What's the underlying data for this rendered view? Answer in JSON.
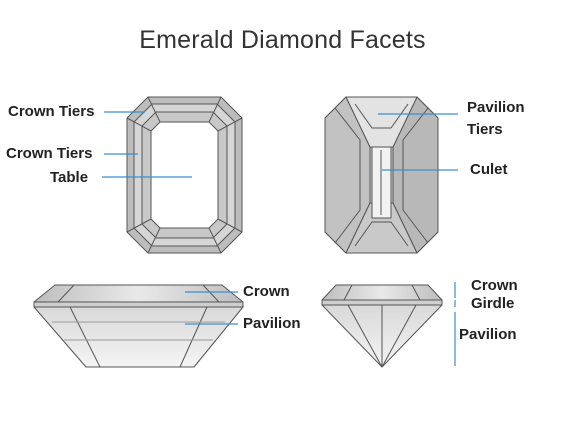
{
  "title": "Emerald Diamond Facets",
  "labels": {
    "crown_tiers_top": "Crown Tiers",
    "crown_tiers_mid": "Crown Tiers",
    "table": "Table",
    "pavilion_tiers": "Pavilion\nTiers",
    "culet": "Culet",
    "crown_side": "Crown",
    "pavilion_side": "Pavilion",
    "crown_profile": "Crown",
    "girdle_profile": "Girdle",
    "pavilion_profile": "Pavilion"
  },
  "colors": {
    "stone_outline": "#555555",
    "facet_light": "#e6e6e6",
    "facet_mid": "#cfcfcf",
    "facet_dark": "#b5b5b5",
    "leader_line": "#3a8fd6",
    "text": "#222222"
  }
}
